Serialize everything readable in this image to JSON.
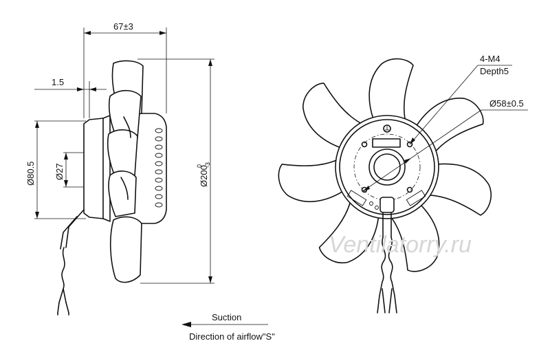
{
  "dimensions": {
    "width_67": "67±3",
    "offset_1_5": "1.5",
    "dia_80_5": "Ø80.5",
    "dia_27": "Ø27",
    "dia_200_main": "Ø200",
    "dia_200_sup": "0",
    "dia_200_sub": "-3",
    "thread": "4-M4",
    "depth": "Depth5",
    "bolt_circle": "Ø58±0.5"
  },
  "airflow": {
    "suction": "Suction",
    "direction": "Direction of airflow\"S\""
  },
  "watermark": "Ventilatorry.ru"
}
